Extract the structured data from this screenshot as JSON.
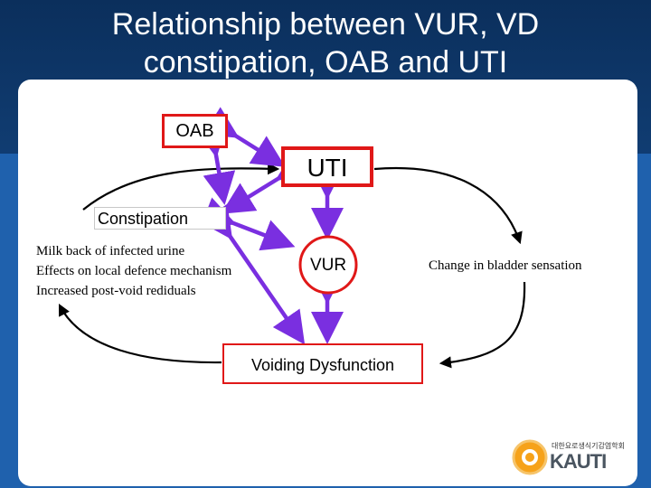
{
  "title": {
    "line1": "Relationship between VUR, VD",
    "line2": "constipation, OAB and UTI"
  },
  "nodes": {
    "oab": "OAB",
    "uti": "UTI",
    "constipation": "Constipation",
    "vur": "VUR",
    "voiding": "Voiding Dysfunction"
  },
  "notes": {
    "left": [
      "Milk back of infected urine",
      "Effects on local defence mechanism",
      "Increased post-void rediduals"
    ],
    "right": "Change in bladder sensation"
  },
  "colors": {
    "background": "#0e3a6e",
    "box_border": "#e01818",
    "arrow": "#7a2fe0",
    "curve": "#000000"
  },
  "logo": {
    "korean": "대한요로생식기감염학회",
    "brand": "KAUTI"
  }
}
